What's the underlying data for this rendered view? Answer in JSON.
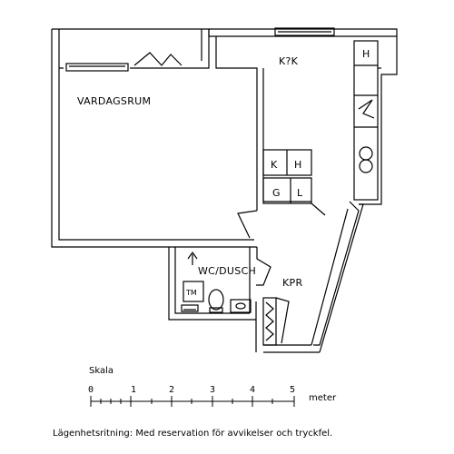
{
  "rooms": {
    "living": "VARDAGSRUM",
    "kitchen": "K?K",
    "bathroom": "WC/DUSCH",
    "hall": "KPR"
  },
  "appliances": {
    "k": "K",
    "h": "H",
    "g": "G",
    "l": "L",
    "hood": "H",
    "tm": "TM"
  },
  "scale": {
    "label": "Skala",
    "unit": "meter",
    "ticks": [
      "0",
      "1",
      "2",
      "3",
      "4",
      "5"
    ]
  },
  "caption": "Lägenhetsritning: Med reservation för avvikelser och tryckfel."
}
